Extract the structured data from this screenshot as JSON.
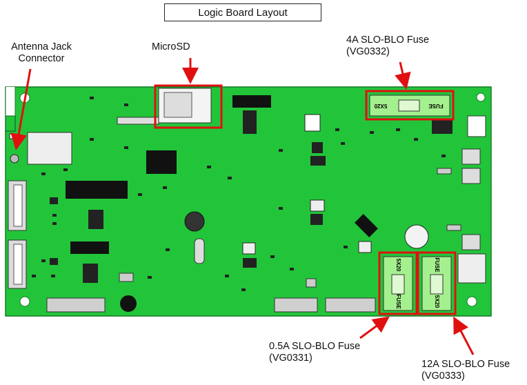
{
  "title": "Logic Board Layout",
  "callouts": {
    "antenna": {
      "line1": "Antenna Jack",
      "line2": "Connector"
    },
    "microsd": {
      "line1": "MicroSD"
    },
    "fuse_4a": {
      "line1": "4A SLO-BLO Fuse",
      "line2": "(VG0332)"
    },
    "fuse_05a": {
      "line1": "0.5A SLO-BLO Fuse",
      "line2": "(VG0331)"
    },
    "fuse_12a": {
      "line1": "12A SLO-BLO Fuse",
      "line2": "(VG0333)"
    }
  },
  "fuse_markings": {
    "fuse": "FUSE",
    "size": "5X20"
  },
  "colors": {
    "board": "#22c53a",
    "board_edge": "#137a24",
    "callout_red": "#e01010",
    "fuse_holder": "#a5f08e",
    "chip": "#111111"
  }
}
